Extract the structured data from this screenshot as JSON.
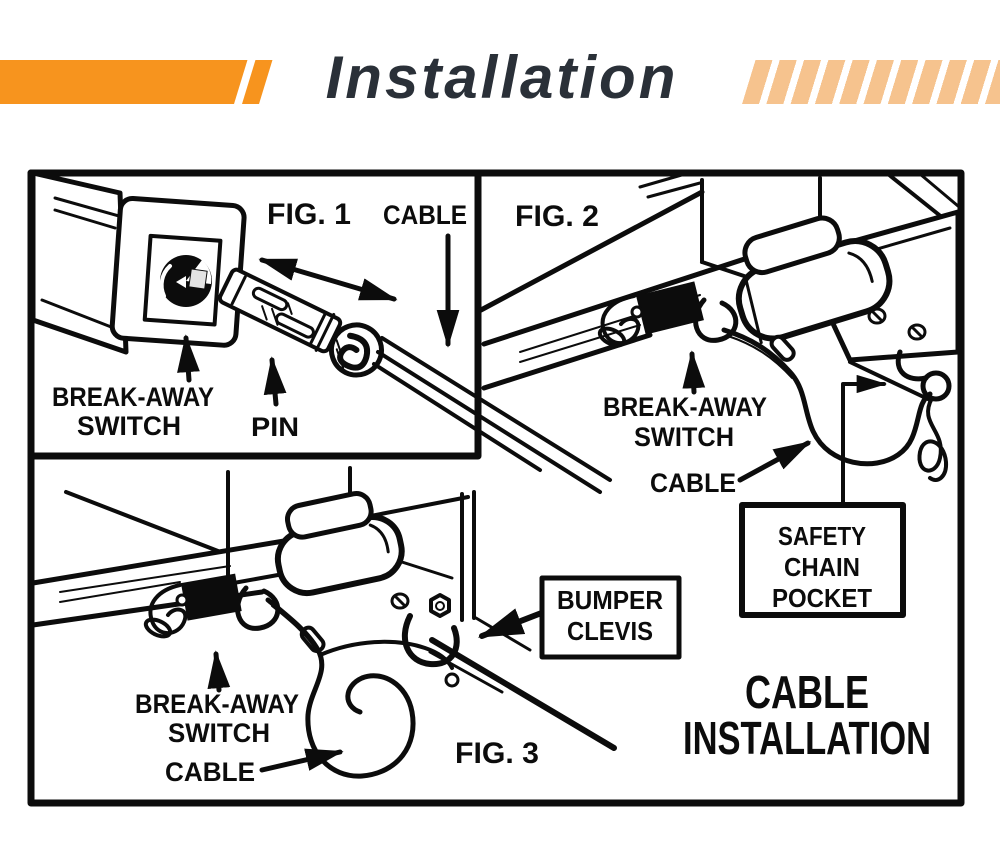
{
  "colors": {
    "orange": "#F7941E",
    "stripe": "#F6C38E",
    "ink": "#0C0C0C",
    "titletext": "#2A3038"
  },
  "header": {
    "title": "Installation"
  },
  "fig1": {
    "title": "FIG. 1",
    "cable_label": "CABLE",
    "switch_line1": "BREAK-AWAY",
    "switch_line2": "SWITCH",
    "pin_label": "PIN"
  },
  "fig2": {
    "title": "FIG. 2",
    "switch_line1": "BREAK-AWAY",
    "switch_line2": "SWITCH",
    "cable_label": "CABLE",
    "pocket_line1": "SAFETY",
    "pocket_line2": "CHAIN",
    "pocket_line3": "POCKET"
  },
  "fig3": {
    "title": "FIG. 3",
    "switch_line1": "BREAK-AWAY",
    "switch_line2": "SWITCH",
    "cable_label": "CABLE",
    "clevis_line1": "BUMPER",
    "clevis_line2": "CLEVIS"
  },
  "caption": {
    "line1": "CABLE",
    "line2": "INSTALLATION"
  }
}
